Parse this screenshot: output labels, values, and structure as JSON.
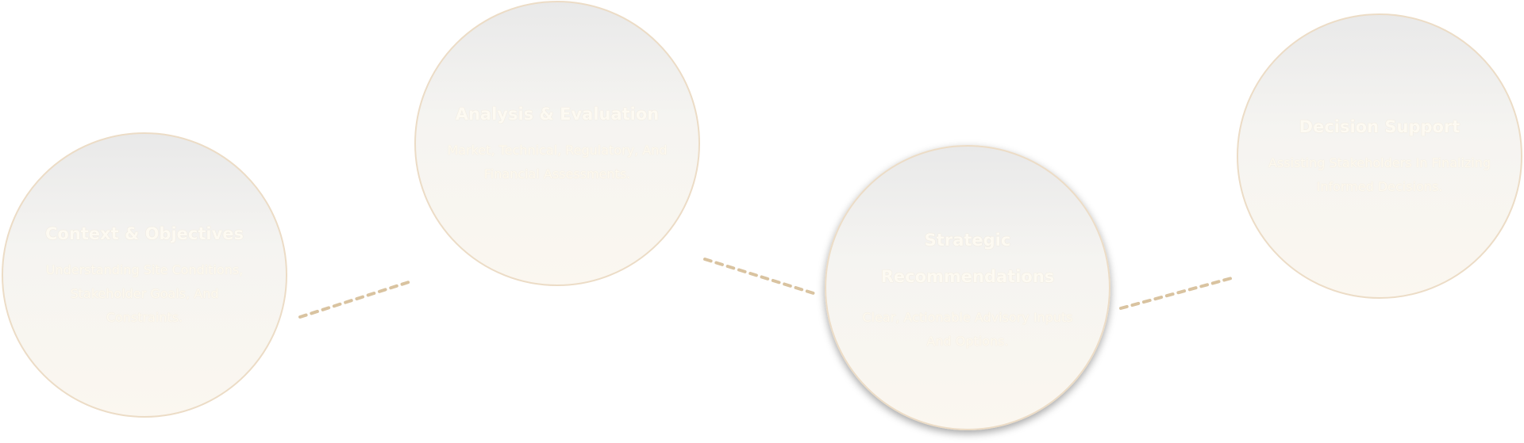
{
  "steps": [
    {
      "title": "Context & Objectives",
      "description": "Understanding Site Conditions, Stakeholder Goals, And Constraints."
    },
    {
      "title": "Analysis & Evaluation",
      "description": "Market, Technical, Regulatory, And Financial Assessments."
    },
    {
      "title": "Strategic Recommendations",
      "description": "Clear, Actionable Advisory Inputs And Options."
    },
    {
      "title": "Decision Support",
      "description": "Assisting Stakeholders In Finalizing Informed Decisions."
    }
  ],
  "colors": {
    "connector": "#d9c3a0",
    "border": "#ecdcc6"
  }
}
